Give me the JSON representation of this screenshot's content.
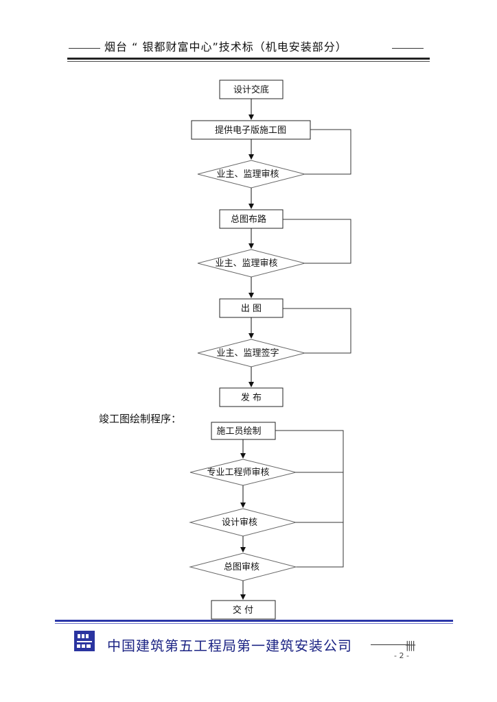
{
  "header": {
    "title": "烟台 “ 银都财富中心”技术标（机电安装部分）"
  },
  "flow1": {
    "step1": "设计交底",
    "step2": "提供电子版施工图",
    "review1": "业主、监理审核",
    "step3": "总图布路",
    "review2": "业主、监理审核",
    "step4": "出 图",
    "review3": "业主、监理签字",
    "step5": "发 布"
  },
  "section": {
    "label": "竣工图绘制程序："
  },
  "flow2": {
    "step1": "施工员绘制",
    "review1": "专业工程师审核",
    "review2": "设计审核",
    "review3": "总图审核",
    "step2": "交 付"
  },
  "footer": {
    "company": "中国建筑第五工程局第一建筑安装公司",
    "page": "- 2 -",
    "mark": "卌"
  }
}
